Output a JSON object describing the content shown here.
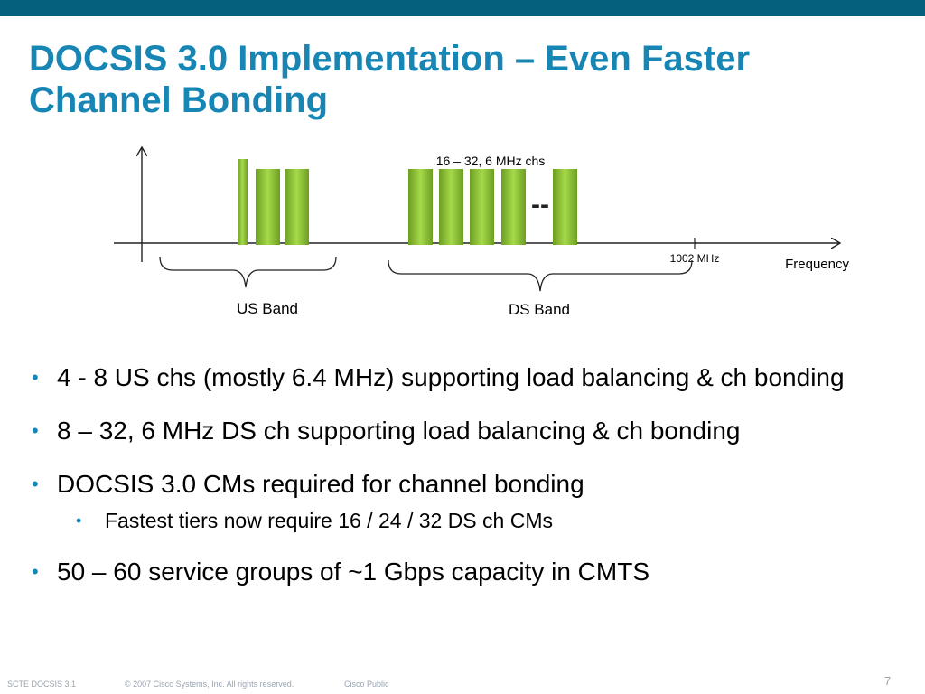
{
  "slide": {
    "title_line1": "DOCSIS 3.0 Implementation – Even Faster",
    "title_line2": "Channel Bonding",
    "colors": {
      "topbar": "#05607e",
      "title": "#1786b4",
      "channel_green": "#8cc63f",
      "bullet": "#1786b4"
    }
  },
  "diagram": {
    "ds_label_top": "16 – 32, 6 MHz chs",
    "gap_marker": "--",
    "mark_1002": "1002 MHz",
    "x_axis_label": "Frequency",
    "us_band_label": "US Band",
    "ds_band_label": "DS Band"
  },
  "bullets": [
    {
      "text": "4 - 8 US chs (mostly 6.4 MHz) supporting load balancing & ch bonding",
      "level": 1
    },
    {
      "text": "8 – 32, 6 MHz DS ch supporting load balancing & ch bonding",
      "level": 1
    },
    {
      "text": "DOCSIS 3.0 CMs required for channel bonding",
      "level": 1
    },
    {
      "text": "Fastest tiers now require 16 / 24 / 32 DS ch CMs",
      "level": 2
    },
    {
      "text": "50 – 60 service groups of ~1 Gbps capacity in CMTS",
      "level": 1
    }
  ],
  "bullet_glyph": "•",
  "footer": {
    "left": "SCTE DOCSIS 3.1",
    "copyright": "© 2007 Cisco Systems, Inc. All rights reserved.",
    "classification": "Cisco Public",
    "page_number": "7"
  }
}
